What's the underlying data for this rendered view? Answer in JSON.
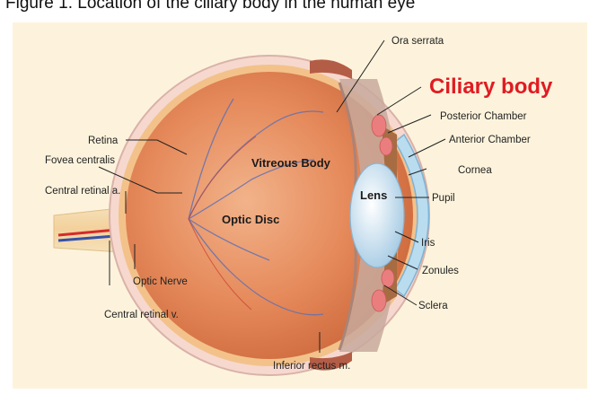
{
  "caption": "Figure 1. Location of the ciliary body in the human eye",
  "colors": {
    "highlight": "#e11b22",
    "background": "#fdf3dc",
    "eyeball": "#e58c57"
  },
  "labels": {
    "ora_serrata": "Ora serrata",
    "ciliary_body": "Ciliary body",
    "posterior_chamber": "Posterior Chamber",
    "anterior_chamber": "Anterior Chamber",
    "cornea": "Cornea",
    "pupil": "Pupil",
    "iris": "Iris",
    "zonules": "Zonules",
    "sclera": "Sclera",
    "inferior_rectus": "Inferior rectus m.",
    "retina": "Retina",
    "fovea_centralis": "Fovea centralis",
    "central_retinal_a": "Central retinal a.",
    "optic_nerve": "Optic Nerve",
    "central_retinal_v": "Central retinal v.",
    "vitreous_body": "Vitreous Body",
    "optic_disc": "Optic Disc",
    "lens": "Lens"
  }
}
